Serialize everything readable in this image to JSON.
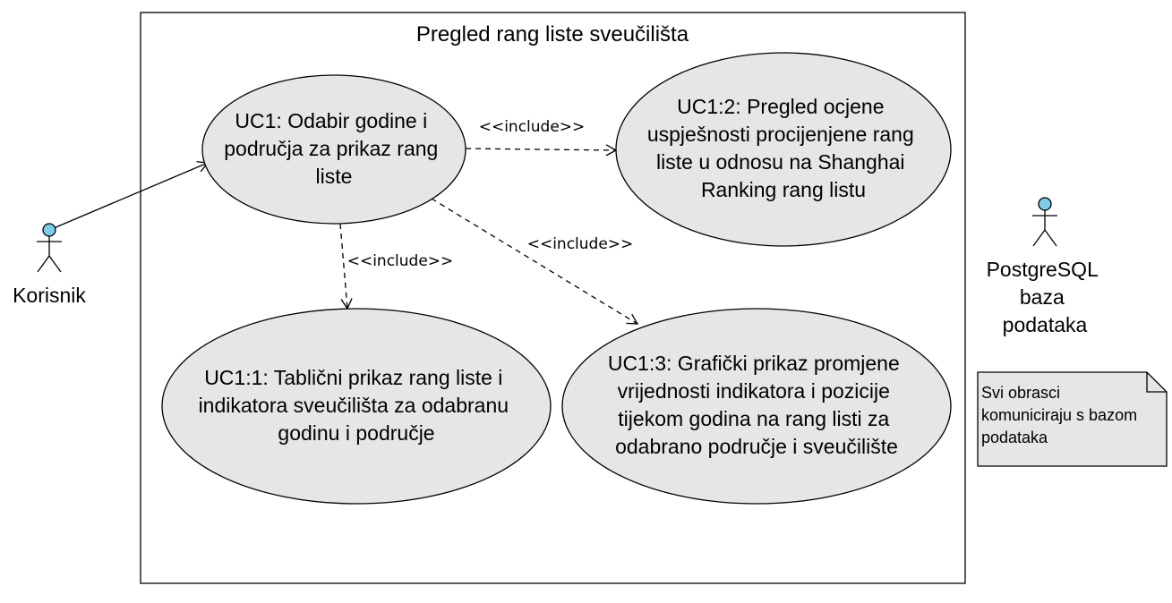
{
  "system_boundary": {
    "title": "Pregled rang liste sveučilišta"
  },
  "actors": [
    {
      "id": "korisnik",
      "name_lines": [
        "Korisnik"
      ]
    },
    {
      "id": "postgres",
      "name_lines": [
        "PostgreSQL",
        "baza",
        "podataka"
      ]
    }
  ],
  "use_cases": [
    {
      "id": "uc1",
      "lines": [
        "UC1: Odabir godine i",
        "područja za prikaz rang",
        "liste"
      ]
    },
    {
      "id": "uc1_2",
      "lines": [
        "UC1:2: Pregled ocjene",
        "uspješnosti procijenjene rang",
        "liste u odnosu na Shanghai",
        "Ranking rang listu"
      ]
    },
    {
      "id": "uc1_1",
      "lines": [
        "UC1:1: Tablični prikaz rang liste i",
        "indikatora sveučilišta za odabranu",
        "godinu i područje"
      ]
    },
    {
      "id": "uc1_3",
      "lines": [
        "UC1:3: Grafički prikaz promjene",
        "vrijednosti indikatora i pozicije",
        "tijekom godina na rang listi za",
        "odabrano područje i sveučilište"
      ]
    }
  ],
  "relations": [
    {
      "from": "korisnik",
      "to": "uc1",
      "type": "association",
      "label": ""
    },
    {
      "from": "uc1",
      "to": "uc1_2",
      "type": "include",
      "label": "<<include>>"
    },
    {
      "from": "uc1",
      "to": "uc1_1",
      "type": "include",
      "label": "<<include>>"
    },
    {
      "from": "uc1",
      "to": "uc1_3",
      "type": "include",
      "label": "<<include>>"
    }
  ],
  "note": {
    "lines": [
      "Svi obrasci",
      "komuniciraju s bazom",
      "podataka"
    ]
  },
  "colors": {
    "use_case_fill": "#e6e6e6",
    "actor_head": "#7ecbe8",
    "note_fill": "#e6e6e6",
    "stroke": "#000000"
  }
}
